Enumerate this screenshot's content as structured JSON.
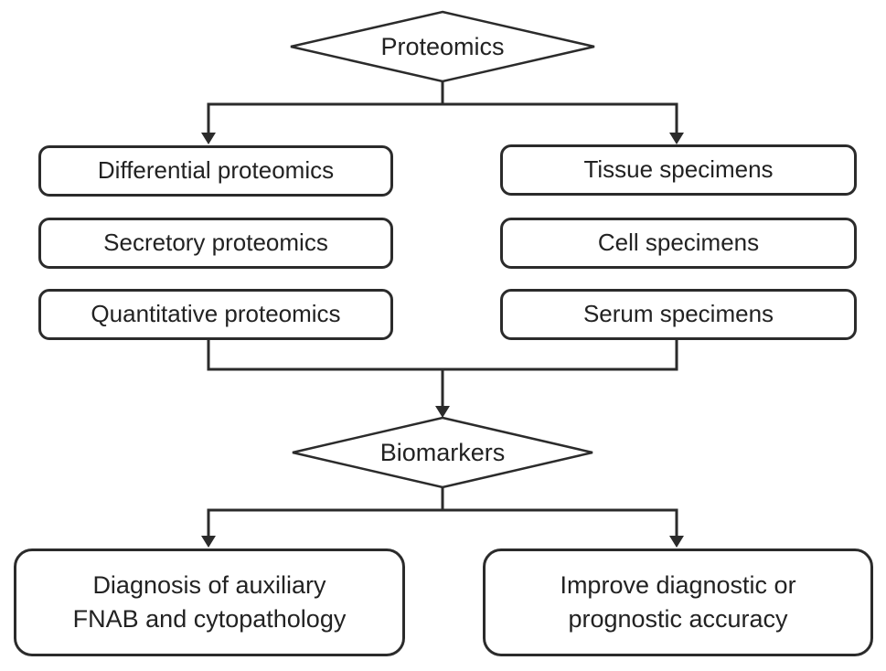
{
  "flowchart": {
    "proteomics": {
      "label": "Proteomics"
    },
    "biomarkers": {
      "label": "Biomarkers"
    },
    "left_column": [
      "Differential proteomics",
      "Secretory proteomics",
      "Quantitative proteomics"
    ],
    "right_column": [
      "Tissue specimens",
      "Cell specimens",
      "Serum specimens"
    ],
    "outcome_left": {
      "line1": "Diagnosis of auxiliary",
      "line2": "FNAB and cytopathology"
    },
    "outcome_right": {
      "line1": "Improve diagnostic or",
      "line2": "prognostic accuracy"
    }
  },
  "colors": {
    "line": "#2b2b2b",
    "text": "#222222",
    "node_fill": "#ffffff",
    "background": "#ffffff"
  }
}
